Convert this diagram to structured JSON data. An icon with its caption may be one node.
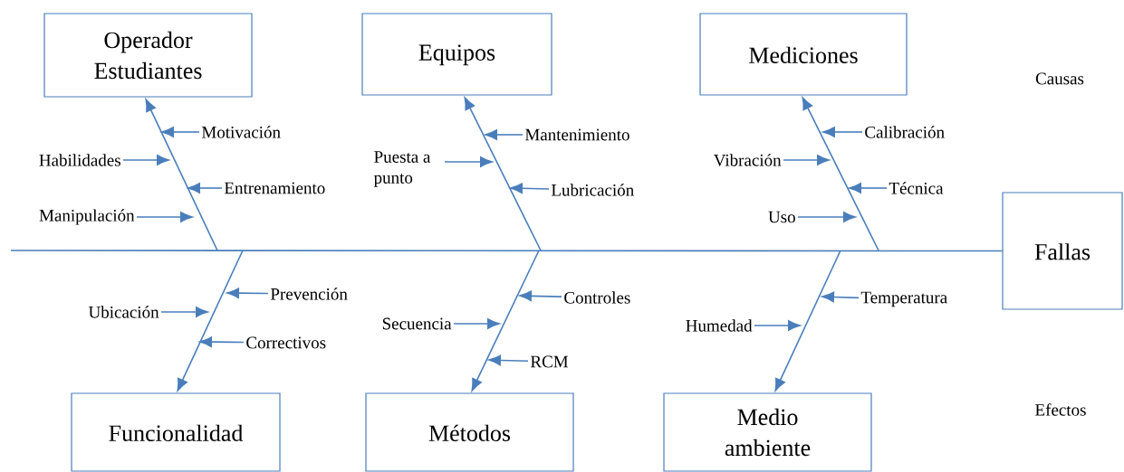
{
  "diagram": {
    "nodes": [
      {
        "text": [
          "Operador Estudiantes"
        ]
      },
      {
        "text": [
          "Equipos"
        ]
      },
      {
        "text": [
          "Mediciones"
        ]
      },
      {
        "text": [
          "Motivación"
        ]
      },
      {
        "text": [
          "Habilidades"
        ]
      },
      {
        "text": [
          "Entrenamiento"
        ]
      },
      {
        "text": [
          "Manipulación"
        ]
      },
      {
        "text": [
          "Mantenimiento"
        ]
      },
      {
        "text": [
          "Puesta a punto"
        ]
      },
      {
        "text": [
          "Lubricación"
        ]
      },
      {
        "text": [
          "Calibración"
        ]
      },
      {
        "text": [
          "Vibración"
        ]
      },
      {
        "text": [
          "Técnica"
        ]
      },
      {
        "text": [
          "Uso"
        ]
      },
      {
        "text": [
          "Fallas"
        ]
      },
      {
        "text": [
          "Prevención"
        ]
      },
      {
        "text": [
          "Ubicación"
        ]
      },
      {
        "text": [
          "Correctivos"
        ]
      },
      {
        "text": [
          "Controles"
        ]
      },
      {
        "text": [
          "Secuencia"
        ]
      },
      {
        "text": [
          "RCM"
        ]
      },
      {
        "text": [
          "Temperatura"
        ]
      },
      {
        "text": [
          "Humedad"
        ]
      },
      {
        "text": [
          "Funcionalidad"
        ]
      },
      {
        "text": [
          "Métodos"
        ]
      },
      {
        "text": [
          "Medio ambiente"
        ]
      }
    ],
    "edges": [
      {
        "from": null,
        "to": 14,
        "arrow": "none"
      },
      {
        "from": null,
        "to": 0,
        "arrow": "to"
      },
      {
        "from": null,
        "to": 1,
        "arrow": "to"
      },
      {
        "from": null,
        "to": 2,
        "arrow": "to"
      },
      {
        "from": null,
        "to": 23,
        "arrow": "to"
      },
      {
        "from": null,
        "to": 24,
        "arrow": "to"
      },
      {
        "from": null,
        "to": 25,
        "arrow": "to"
      },
      {
        "from": 3,
        "to": null,
        "arrow": "to"
      },
      {
        "from": 4,
        "to": null,
        "arrow": "to"
      },
      {
        "from": 5,
        "to": null,
        "arrow": "to"
      },
      {
        "from": 6,
        "to": null,
        "arrow": "to"
      },
      {
        "from": 7,
        "to": null,
        "arrow": "to"
      },
      {
        "from": 8,
        "to": null,
        "arrow": "to"
      },
      {
        "from": 9,
        "to": null,
        "arrow": "to"
      },
      {
        "from": 10,
        "to": null,
        "arrow": "to"
      },
      {
        "from": 11,
        "to": null,
        "arrow": "to"
      },
      {
        "from": 12,
        "to": null,
        "arrow": "to"
      },
      {
        "from": 13,
        "to": null,
        "arrow": "to"
      },
      {
        "from": 15,
        "to": null,
        "arrow": "to"
      },
      {
        "from": 16,
        "to": null,
        "arrow": "to"
      },
      {
        "from": 17,
        "to": null,
        "arrow": "to"
      },
      {
        "from": 18,
        "to": null,
        "arrow": "to"
      },
      {
        "from": 19,
        "to": null,
        "arrow": "to"
      },
      {
        "from": 20,
        "to": null,
        "arrow": "to"
      },
      {
        "from": 21,
        "to": null,
        "arrow": "to"
      },
      {
        "from": 22,
        "to": null,
        "arrow": "to"
      }
    ],
    "labels": [
      "Causas",
      "Efectos"
    ]
  }
}
